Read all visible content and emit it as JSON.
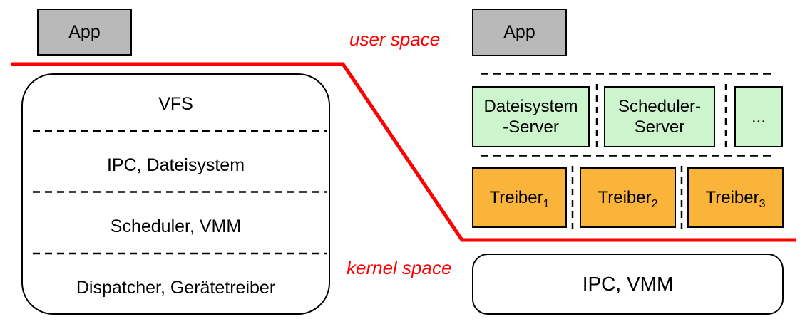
{
  "colors": {
    "boundary_red": "#ff0000",
    "server_green": "#cdf5cd",
    "driver_orange": "#fbb43a",
    "app_gray": "#b9b9b9",
    "line_black": "#000000"
  },
  "space_labels": {
    "user": "user space",
    "kernel": "kernel space"
  },
  "monolithic_system": {
    "app_label": "App",
    "layers": [
      "VFS",
      "IPC, Dateisystem",
      "Scheduler, VMM",
      "Dispatcher, Gerätetreiber"
    ]
  },
  "microkernel_system": {
    "app_label": "App",
    "servers": [
      {
        "line1": "Dateisystem",
        "line2": "-Server"
      },
      {
        "line1": "Scheduler-",
        "line2": "Server"
      },
      {
        "line1": "...",
        "line2": ""
      }
    ],
    "drivers": [
      {
        "name": "Treiber",
        "sub": "1"
      },
      {
        "name": "Treiber",
        "sub": "2"
      },
      {
        "name": "Treiber",
        "sub": "3"
      }
    ],
    "kernel_label": "IPC, VMM"
  }
}
